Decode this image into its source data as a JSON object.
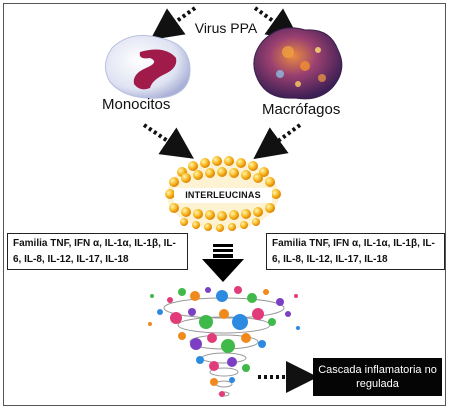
{
  "virus_label": "Virus PPA",
  "monocytes_label": "Monocitos",
  "macrophages_label": "Macrófagos",
  "interleukins_label": "INTERLEUCINAS",
  "cytokines_left": "Familia TNF, IFN α, IL-1α, IL-1β, IL-6, IL-8, IL-12, IL-17, IL-18",
  "cytokines_right": "Familia TNF, IFN α, IL-1α, IL-1β, IL-6, IL-8, IL-12, IL-17, IL-18",
  "cascade_label": "Cascada inflamatoria no regulada",
  "icons": {
    "monocyte": "monocyte-cell-icon",
    "macrophage": "macrophage-cell-icon",
    "interleukins": "interleukin-spheres-icon",
    "cascade": "inflammatory-cascade-swirl-icon"
  }
}
